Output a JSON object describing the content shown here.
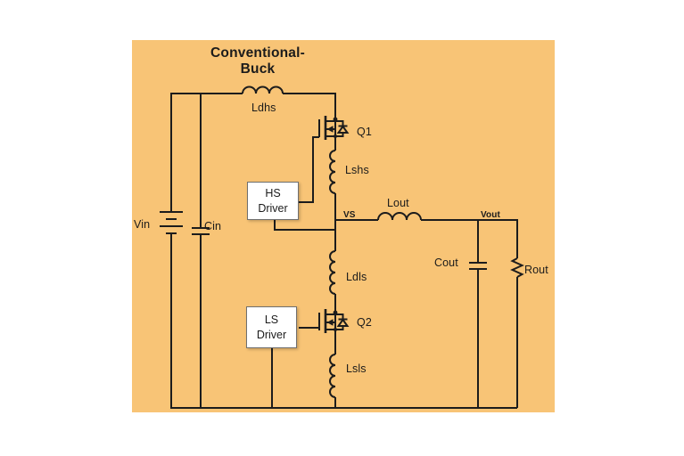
{
  "diagram": {
    "title": "Conventional-Buck",
    "colors": {
      "page_bg": "#ffffff",
      "panel_bg": "#F8C476",
      "line": "#1c1c1c",
      "label_text": "#1b1b1b",
      "driver_box_bg": "#ffffff",
      "driver_box_border": "#6f6f6f"
    },
    "labels": {
      "vin": "Vin",
      "cin": "Cin",
      "ldhs": "Ldhs",
      "q1": "Q1",
      "lshs": "Lshs",
      "vs": "VS",
      "lout": "Lout",
      "vout": "Vout",
      "cout": "Cout",
      "rout": "Rout",
      "ldls": "Ldls",
      "q2": "Q2",
      "lsls": "Lsls"
    },
    "hs_driver": {
      "line1": "HS",
      "line2": "Driver"
    },
    "ls_driver": {
      "line1": "LS",
      "line2": "Driver"
    },
    "components": [
      {
        "id": "Vin",
        "type": "battery"
      },
      {
        "id": "Cin",
        "type": "capacitor"
      },
      {
        "id": "Ldhs",
        "type": "inductor"
      },
      {
        "id": "Q1",
        "type": "nmos-with-body-diode"
      },
      {
        "id": "Lshs",
        "type": "inductor"
      },
      {
        "id": "HS Driver",
        "type": "driver-box"
      },
      {
        "id": "VS",
        "type": "net-label"
      },
      {
        "id": "Lout",
        "type": "inductor"
      },
      {
        "id": "Vout",
        "type": "net-label"
      },
      {
        "id": "Cout",
        "type": "capacitor"
      },
      {
        "id": "Rout",
        "type": "resistor"
      },
      {
        "id": "Ldls",
        "type": "inductor"
      },
      {
        "id": "Q2",
        "type": "nmos-with-body-diode"
      },
      {
        "id": "LS Driver",
        "type": "driver-box"
      },
      {
        "id": "Lsls",
        "type": "inductor"
      }
    ]
  }
}
